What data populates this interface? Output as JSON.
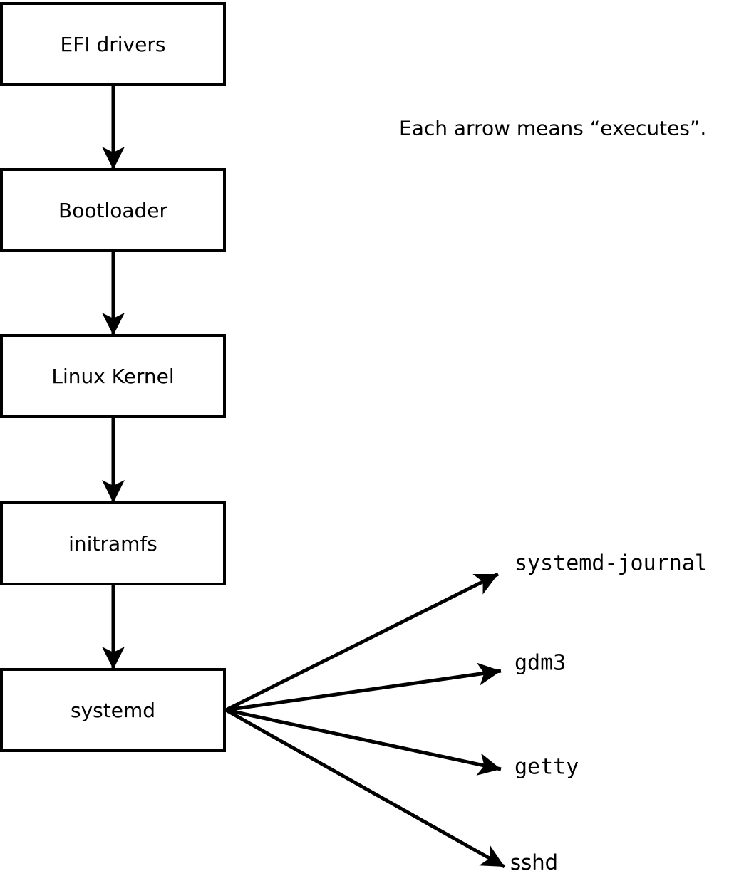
{
  "note": "Each arrow means “executes”.",
  "boot_chain": [
    {
      "label": "EFI drivers"
    },
    {
      "label": "Bootloader"
    },
    {
      "label": "Linux Kernel"
    },
    {
      "label": "initramfs"
    },
    {
      "label": "systemd"
    }
  ],
  "spawned_services": [
    {
      "label": "systemd-journal"
    },
    {
      "label": "gdm3"
    },
    {
      "label": "getty"
    },
    {
      "label": "sshd"
    }
  ],
  "arrow_meaning": "executes",
  "colors": {
    "stroke": "#000000",
    "box_fill": "#ffffff",
    "background": "#ffffff",
    "text": "#000000"
  }
}
